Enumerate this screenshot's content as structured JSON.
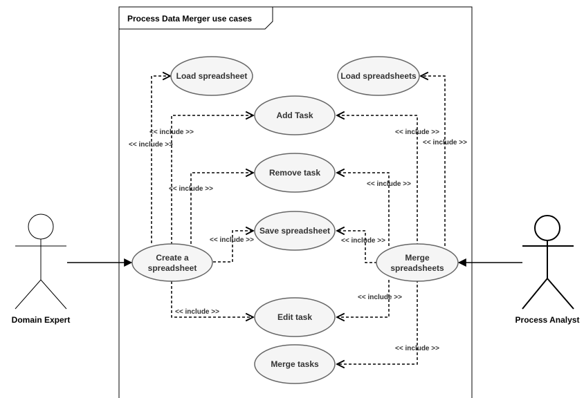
{
  "system": {
    "title": "Process Data Merger use cases"
  },
  "actors": {
    "domain_expert": "Domain Expert",
    "process_analyst": "Process Analyst"
  },
  "use_cases": {
    "load_spreadsheet": "Load spreadsheet",
    "load_spreadsheets": "Load spreadsheets",
    "add_task": "Add Task",
    "remove_task": "Remove task",
    "save_spreadsheet": "Save spreadsheet",
    "create_spreadsheet_1": "Create a",
    "create_spreadsheet_2": "spreadsheet",
    "merge_spreadsheets_1": "Merge",
    "merge_spreadsheets_2": "spreadsheets",
    "edit_task": "Edit task",
    "merge_tasks": "Merge tasks"
  },
  "include_label": "<< include >>"
}
